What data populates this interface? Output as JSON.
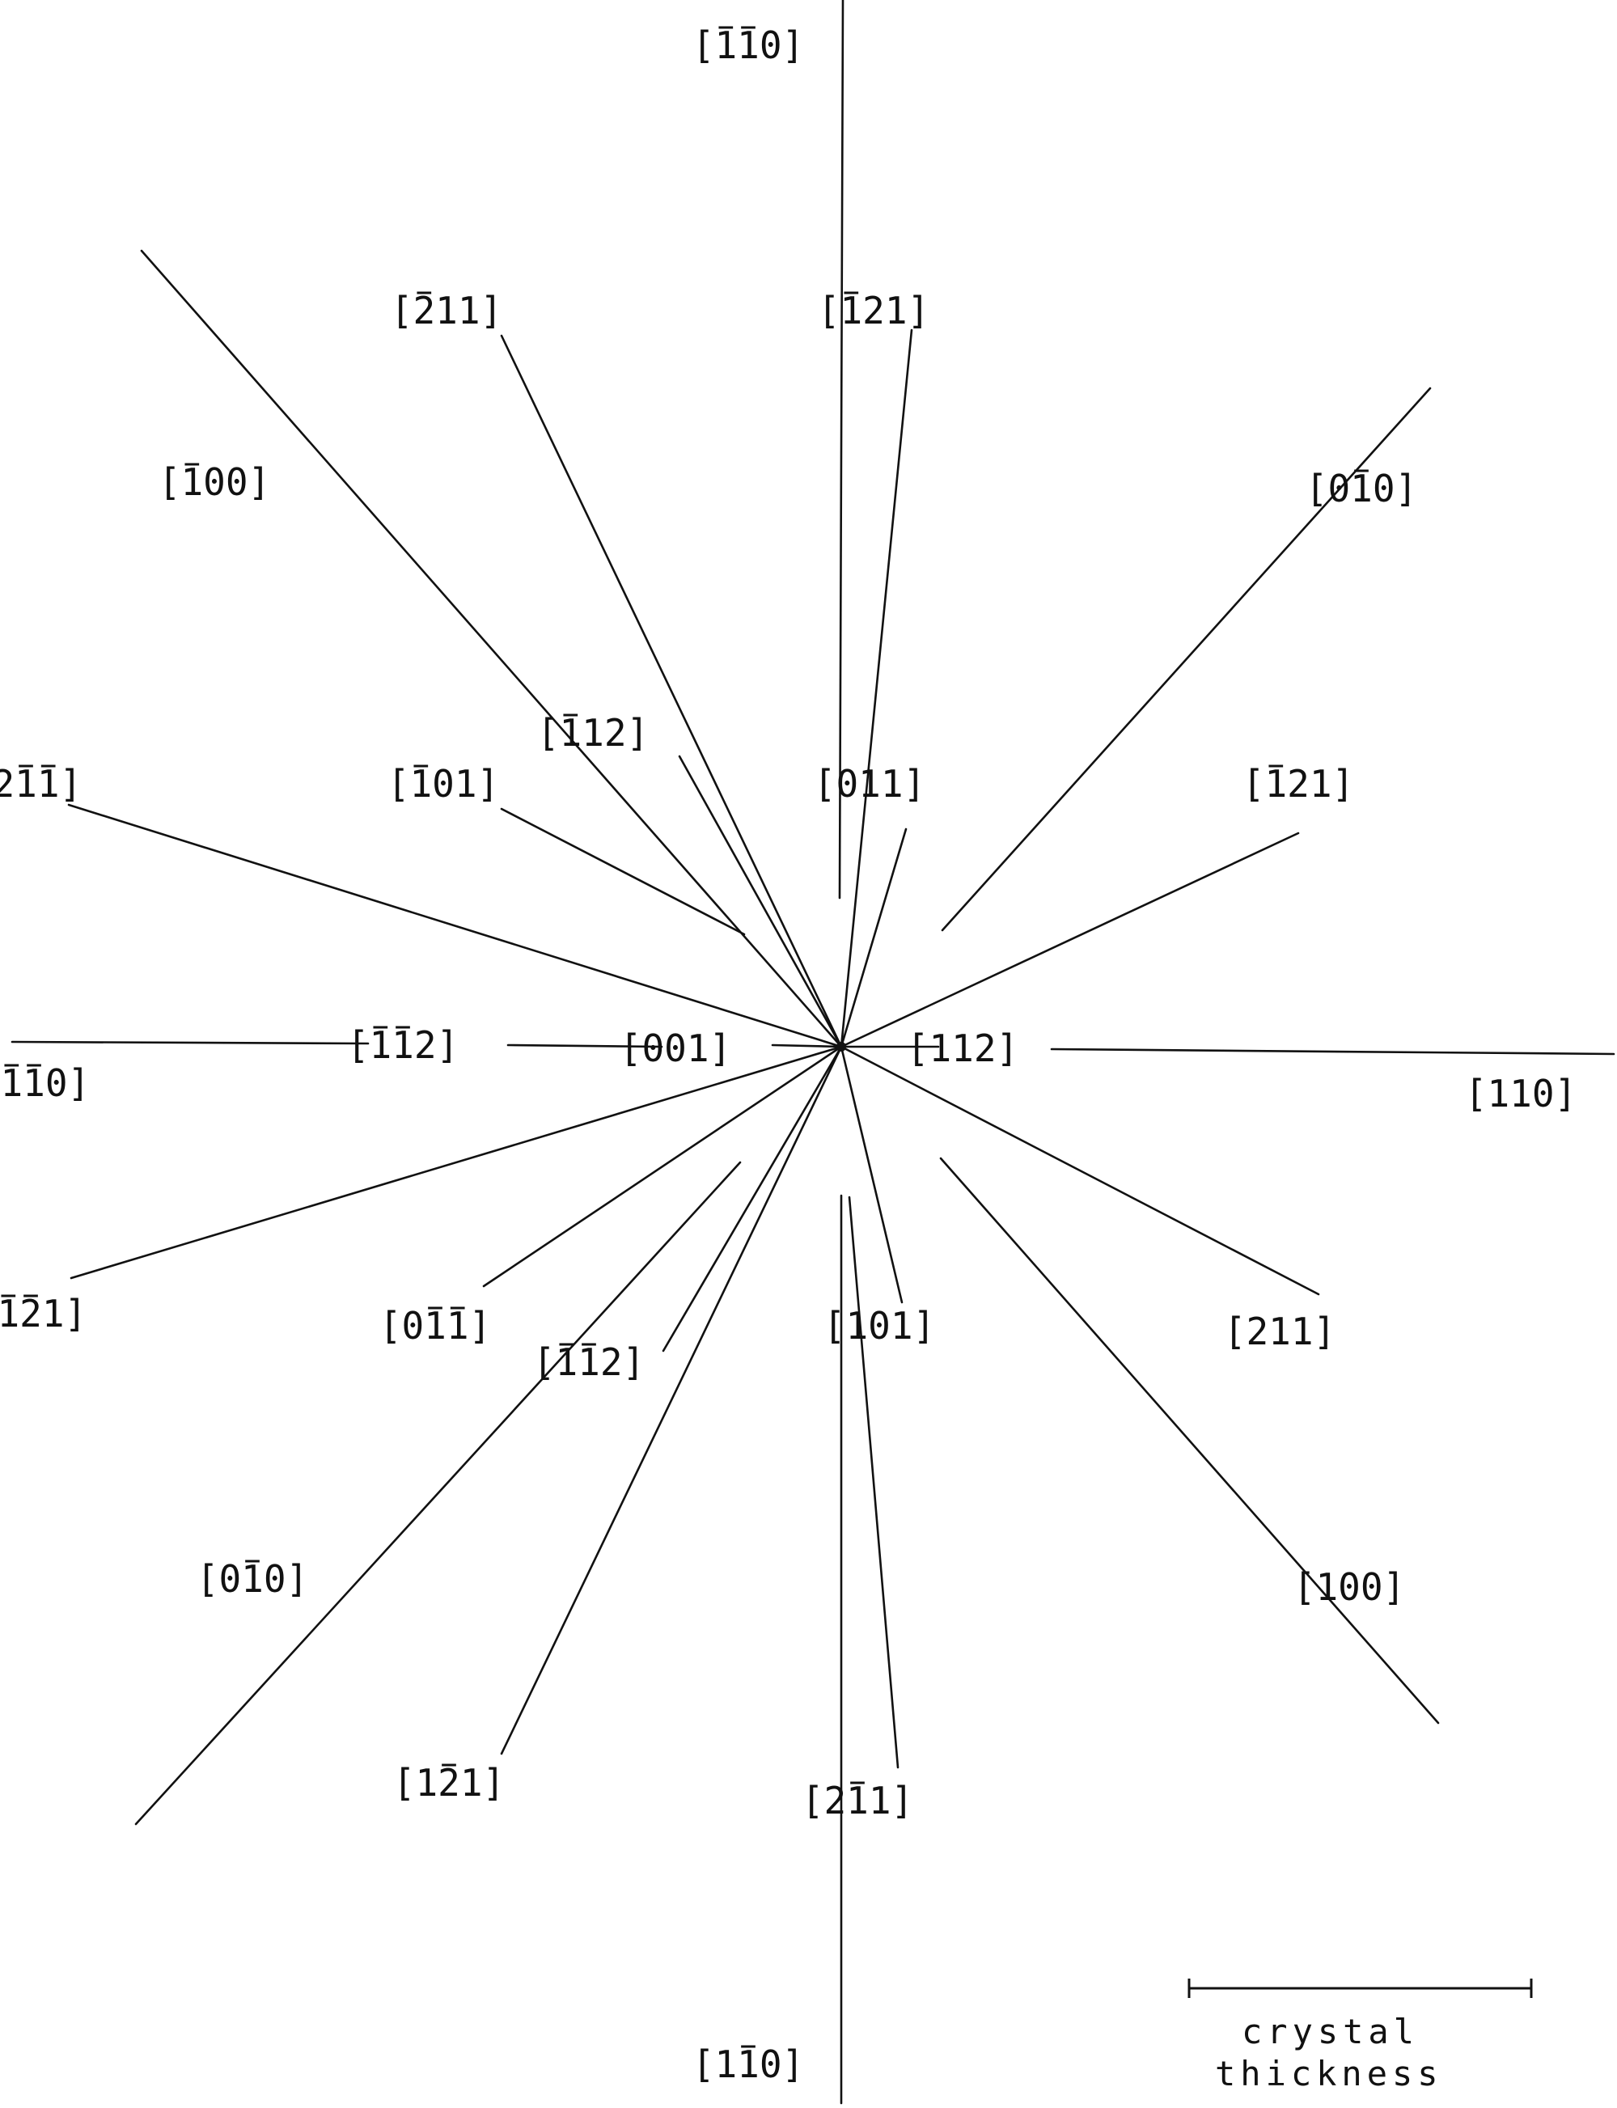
{
  "directions": [
    {
      "id": "m1m10-top",
      "digits": [
        "1",
        "1",
        "0"
      ],
      "bars": [
        true,
        true,
        false
      ]
    },
    {
      "id": "m211",
      "digits": [
        "2",
        "1",
        "1"
      ],
      "bars": [
        true,
        false,
        false
      ]
    },
    {
      "id": "m121-top",
      "digits": [
        "1",
        "2",
        "1"
      ],
      "bars": [
        true,
        false,
        false
      ]
    },
    {
      "id": "m100",
      "digits": [
        "1",
        "0",
        "0"
      ],
      "bars": [
        true,
        false,
        false
      ]
    },
    {
      "id": "0m10",
      "digits": [
        "0",
        "1",
        "0"
      ],
      "bars": [
        false,
        true,
        false
      ]
    },
    {
      "id": "m112-up",
      "digits": [
        "1",
        "1",
        "2"
      ],
      "bars": [
        true,
        false,
        false
      ]
    },
    {
      "id": "2m1m1",
      "digits": [
        "2",
        "1",
        "1"
      ],
      "bars": [
        false,
        true,
        true
      ]
    },
    {
      "id": "m101",
      "digits": [
        "1",
        "0",
        "1"
      ],
      "bars": [
        true,
        false,
        false
      ]
    },
    {
      "id": "011",
      "digits": [
        "0",
        "1",
        "1"
      ],
      "bars": [
        false,
        false,
        false
      ]
    },
    {
      "id": "121",
      "digits": [
        "1",
        "2",
        "1"
      ],
      "bars": [
        true,
        false,
        false
      ]
    },
    {
      "id": "m1m12",
      "digits": [
        "1",
        "1",
        "2"
      ],
      "bars": [
        true,
        true,
        false
      ]
    },
    {
      "id": "001",
      "digits": [
        "0",
        "0",
        "1"
      ],
      "bars": [
        false,
        false,
        false
      ]
    },
    {
      "id": "112",
      "digits": [
        "1",
        "1",
        "2"
      ],
      "bars": [
        false,
        false,
        false
      ]
    },
    {
      "id": "m1m10-left",
      "digits": [
        "1",
        "1",
        "0"
      ],
      "bars": [
        true,
        true,
        false
      ]
    },
    {
      "id": "110-right",
      "digits": [
        "1",
        "1",
        "0"
      ],
      "bars": [
        false,
        false,
        false
      ]
    },
    {
      "id": "m1m21",
      "digits": [
        "1",
        "2",
        "1"
      ],
      "bars": [
        true,
        true,
        false
      ]
    },
    {
      "id": "0m1m1",
      "digits": [
        "0",
        "1",
        "1"
      ],
      "bars": [
        false,
        true,
        true
      ]
    },
    {
      "id": "m1m12-low",
      "digits": [
        "1",
        "1",
        "2"
      ],
      "bars": [
        true,
        true,
        false
      ]
    },
    {
      "id": "101-low",
      "digits": [
        "1",
        "0",
        "1"
      ],
      "bars": [
        false,
        false,
        false
      ]
    },
    {
      "id": "211",
      "digits": [
        "2",
        "1",
        "1"
      ],
      "bars": [
        false,
        false,
        false
      ]
    },
    {
      "id": "0m1m0",
      "digits": [
        "0",
        "1",
        "0"
      ],
      "bars": [
        false,
        true,
        false
      ]
    },
    {
      "id": "100",
      "digits": [
        "1",
        "0",
        "0"
      ],
      "bars": [
        false,
        false,
        false
      ]
    },
    {
      "id": "1m21",
      "digits": [
        "1",
        "2",
        "1"
      ],
      "bars": [
        false,
        true,
        false
      ]
    },
    {
      "id": "2m11",
      "digits": [
        "2",
        "1",
        "1"
      ],
      "bars": [
        false,
        true,
        false
      ]
    },
    {
      "id": "1m10",
      "digits": [
        "1",
        "1",
        "0"
      ],
      "bars": [
        false,
        true,
        false
      ]
    }
  ],
  "scale_bar": {
    "caption_line1": "crystal",
    "caption_line2": "thickness"
  }
}
